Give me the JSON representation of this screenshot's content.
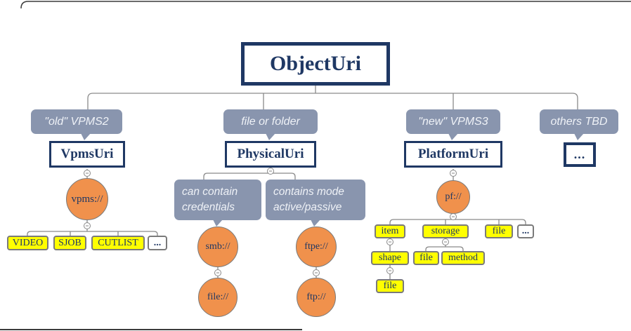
{
  "root": {
    "label": "ObjectUri"
  },
  "vpms2": {
    "callout": "\"old\" VPMS2",
    "node": "VpmsUri",
    "scheme": "vpms://",
    "types": [
      "VIDEO",
      "SJOB",
      "CUTLIST",
      "..."
    ]
  },
  "physical": {
    "callout": "file or folder",
    "node": "PhysicalUri",
    "smb": {
      "note": [
        "can contain",
        "credentials"
      ],
      "scheme": "smb://",
      "child_scheme": "file://"
    },
    "ftpe": {
      "note": [
        "contains mode",
        "active/passive"
      ],
      "scheme": "ftpe://",
      "child_scheme": "ftp://"
    }
  },
  "platform": {
    "callout": "\"new\" VPMS3",
    "node": "PlatformUri",
    "scheme": "pf://",
    "level1": [
      "item",
      "storage",
      "file",
      "..."
    ],
    "item_children": [
      "shape"
    ],
    "storage_children": [
      "file",
      "method"
    ],
    "shape_children": [
      "file"
    ]
  },
  "others": {
    "callout": "others TBD",
    "node": "..."
  },
  "colors": {
    "navy": "#1F3864",
    "callout_fill": "#8995AE",
    "orange": "#F0914C",
    "yellow": "#FFFF00",
    "line": "#8A8A8A"
  }
}
